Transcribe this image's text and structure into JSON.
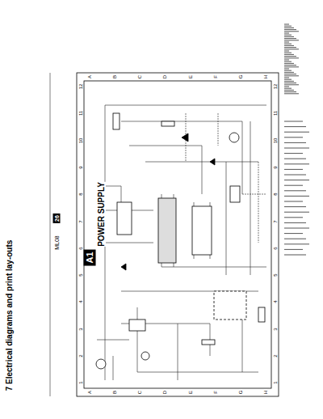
{
  "diagram": {
    "title": "7 Electrical diagrams and print lay-outs",
    "nodes": [
      {
        "text": [
          "A1"
        ]
      }
    ],
    "labels": [
      "ML08",
      "26",
      "POWER SUPPLY",
      "1",
      "2",
      "3",
      "4",
      "5",
      "6",
      "7",
      "8",
      "9",
      "10",
      "11",
      "12",
      "1",
      "2",
      "3",
      "4",
      "5",
      "6",
      "7",
      "8",
      "9",
      "10",
      "11",
      "12",
      "A",
      "B",
      "C",
      "D",
      "E",
      "F",
      "G",
      "H",
      "A",
      "B",
      "C",
      "D",
      "E",
      "F",
      "G",
      "H"
    ]
  }
}
